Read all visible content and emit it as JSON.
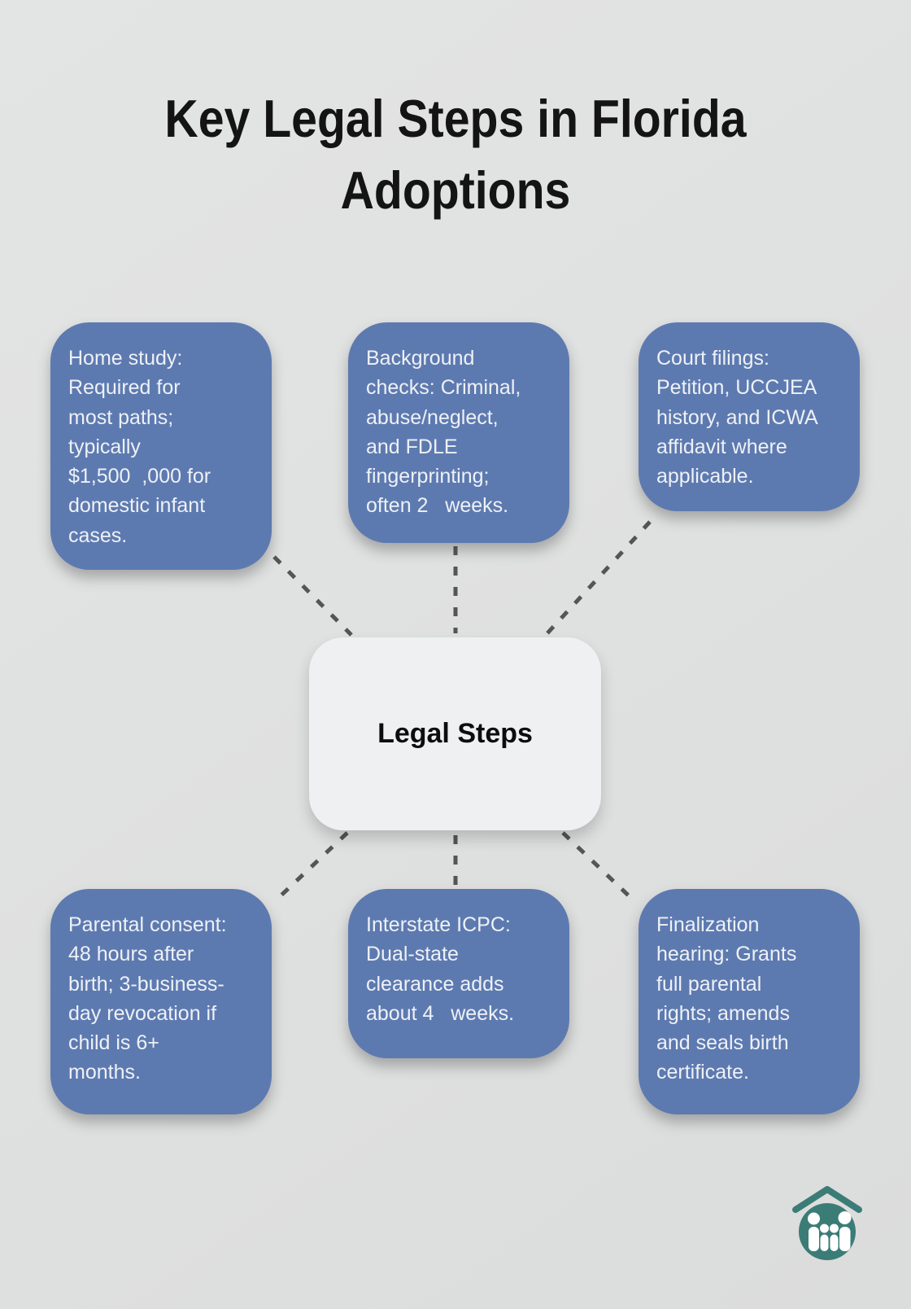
{
  "title": "Key Legal Steps in Florida Adoptions",
  "center_node": {
    "label": "Legal Steps"
  },
  "nodes": [
    {
      "id": "home-study",
      "text": "Home study:\nRequired for\nmost paths;\ntypically\n$1,500  ,000 for\ndomestic infant\ncases."
    },
    {
      "id": "background-checks",
      "text": "Background\nchecks: Criminal,\nabuse/neglect,\nand FDLE\nfingerprinting;\noften 2   weeks."
    },
    {
      "id": "court-filings",
      "text": "Court filings:\nPetition, UCCJEA\nhistory, and ICWA\naffidavit where\napplicable."
    },
    {
      "id": "parental-consent",
      "text": "Parental consent:\n48 hours after\nbirth; 3-business-\nday revocation if\nchild is 6+\nmonths."
    },
    {
      "id": "interstate-icpc",
      "text": "Interstate ICPC:\nDual-state\nclearance adds\nabout 4   weeks."
    },
    {
      "id": "finalization-hearing",
      "text": "Finalization\nhearing: Grants\nfull parental\nrights; amends\nand seals birth\ncertificate."
    }
  ],
  "colors": {
    "background": "#dfe0e0",
    "node_fill": "#5d7ab0",
    "node_text": "#eef1f6",
    "center_fill": "#eff0f2",
    "connector": "#555555",
    "title_text": "#141414",
    "logo_teal": "#3b7c77",
    "logo_figures": "#ffffff"
  },
  "icons": {
    "logo": "family-under-roof-logo"
  }
}
